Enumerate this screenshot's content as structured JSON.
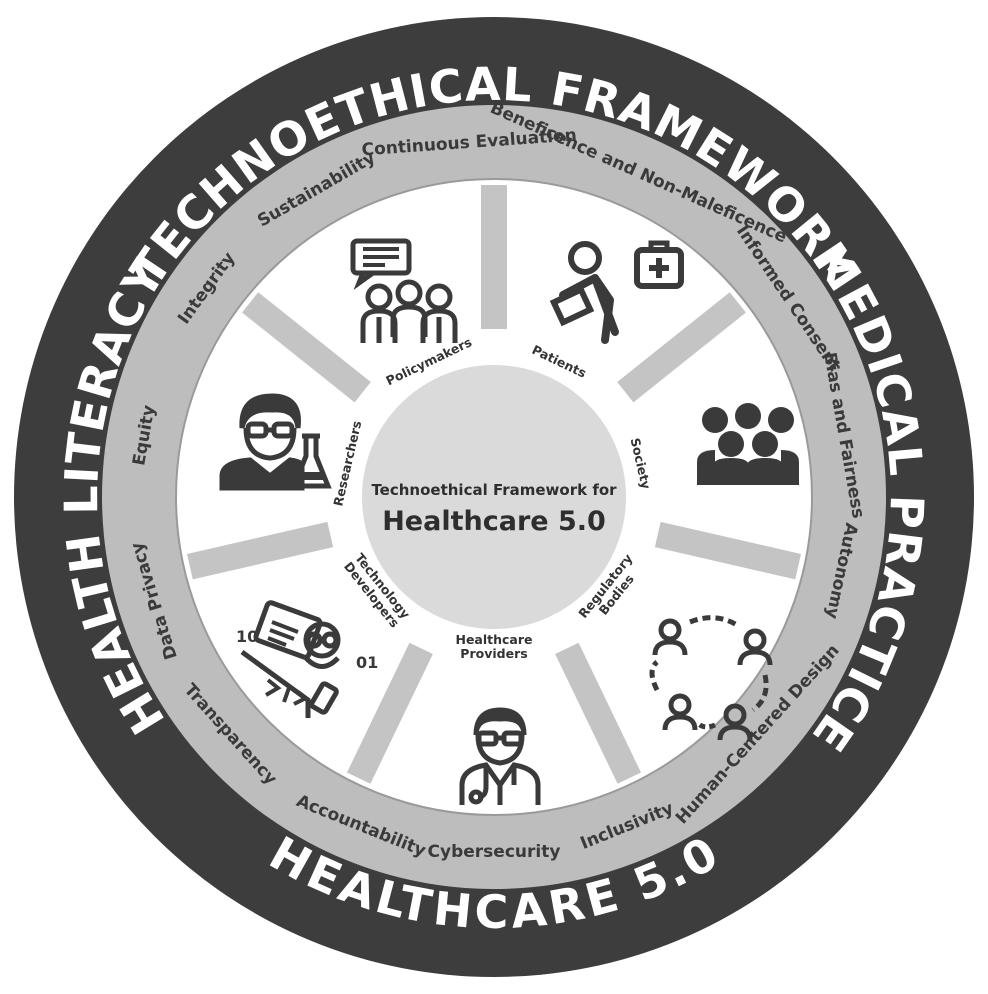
{
  "outer_ring": [
    {
      "text": "TECHNOETHICAL FRAMEWORK"
    },
    {
      "text": "MEDICAL PRACTICE"
    },
    {
      "text": "HEALTHCARE 5.0"
    },
    {
      "text": "HEALTH LITERACY"
    }
  ],
  "principles": [
    "Beneficence and Non-Maleficence",
    "Informed Consent",
    "Bias and Fairness",
    "Autonomy",
    "Human-Centered Design",
    "Inclusivity",
    "Cybersecurity",
    "Accountability",
    "Transparency",
    "Data Privacy",
    "Equity",
    "Integrity",
    "Sustainability",
    "Continuous Evaluation"
  ],
  "stakeholders": [
    {
      "label": "Patients",
      "icon": "patient-with-medical-bag-icon"
    },
    {
      "label": "Society",
      "icon": "group-of-people-icon"
    },
    {
      "label": "Regulatory Bodies",
      "icon": "connected-people-cycle-icon"
    },
    {
      "label": "Healthcare Providers",
      "icon": "doctor-icon"
    },
    {
      "label": "Technology Developers",
      "icon": "developer-with-laptop-icon"
    },
    {
      "label": "Researchers",
      "icon": "researcher-with-flask-icon"
    },
    {
      "label": "Policymakers",
      "icon": "people-discussion-icon"
    }
  ],
  "center": {
    "subtitle": "Technoethical Framework for",
    "title": "Healthcare 5.0"
  },
  "colors": {
    "outer_ring": "#3d3d3d",
    "middle_ring": "#bdbdbd",
    "inner_disc": "#ffffff",
    "spokes": "#c4c4c4",
    "center_circle": "#dadada",
    "icons": "#3a3a3a"
  }
}
